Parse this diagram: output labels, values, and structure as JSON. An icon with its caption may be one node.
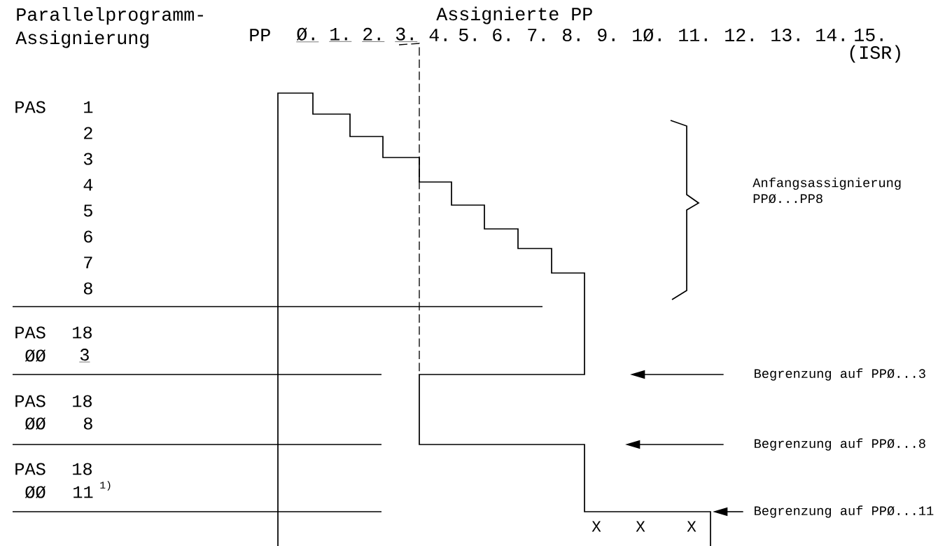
{
  "diagram": {
    "nodes": [
      {
        "text": [
          "Begrenzung auf PPØ...3"
        ]
      },
      {
        "text": [
          "Begrenzung auf PPØ...8"
        ]
      },
      {
        "text": [
          "Begrenzung auf PPØ...11"
        ]
      }
    ],
    "edges": [
      {
        "from": 0,
        "to": null,
        "arrow": "to"
      },
      {
        "from": 1,
        "to": null,
        "arrow": "to"
      },
      {
        "from": 2,
        "to": null,
        "arrow": "to"
      }
    ],
    "labels": [
      "Parallelprogramm- Assignierung",
      "Assignierte PP",
      "PP",
      "Ø.",
      "1.",
      "2.",
      "3.",
      "4.",
      "5.",
      "6.",
      "7.",
      "8.",
      "9.",
      "1Ø.",
      "11.",
      "12.",
      "13.",
      "14.",
      "15.",
      "(ISR)",
      "PAS",
      "1",
      "2",
      "3",
      "4",
      "5",
      "6",
      "7",
      "8",
      "Anfangsassignierung PPØ...PP8",
      "PAS",
      "18",
      "ØØ",
      "3",
      "PAS",
      "18",
      "ØØ",
      "8",
      "PAS",
      "18",
      "ØØ",
      "11",
      "1)",
      "X",
      "X",
      "X"
    ]
  }
}
